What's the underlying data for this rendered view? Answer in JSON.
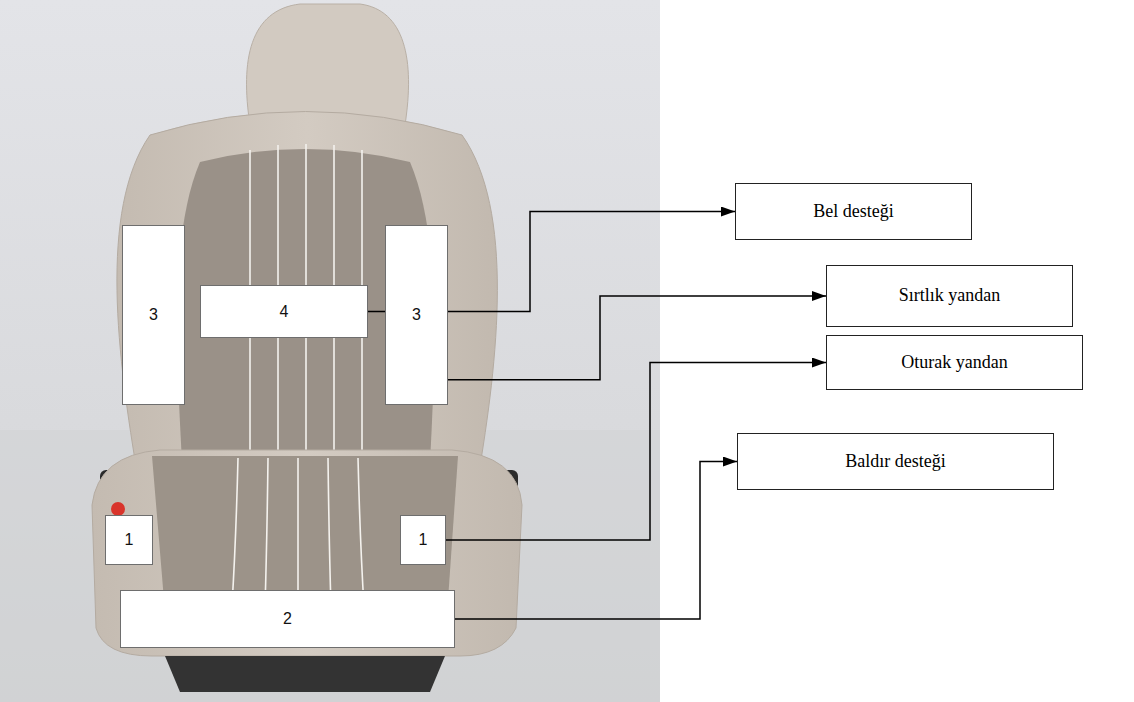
{
  "diagram": {
    "nodes": [
      {
        "text": [
          "3"
        ]
      },
      {
        "text": [
          "4"
        ]
      },
      {
        "text": [
          "3"
        ]
      },
      {
        "text": [
          "Bel desteği"
        ]
      },
      {
        "text": [
          "Sırtlık yandan"
        ]
      },
      {
        "text": [
          "Oturak yandan"
        ]
      },
      {
        "text": [
          "1"
        ]
      },
      {
        "text": [
          "1"
        ]
      },
      {
        "text": [
          "Baldır desteği"
        ]
      },
      {
        "text": [
          "2"
        ]
      }
    ],
    "edges": [
      {
        "from": 1,
        "to": 3,
        "arrow": "to"
      },
      {
        "from": 2,
        "to": 4,
        "arrow": "to"
      },
      {
        "from": 7,
        "to": 5,
        "arrow": "to"
      },
      {
        "from": 9,
        "to": 8,
        "arrow": "to"
      }
    ]
  }
}
